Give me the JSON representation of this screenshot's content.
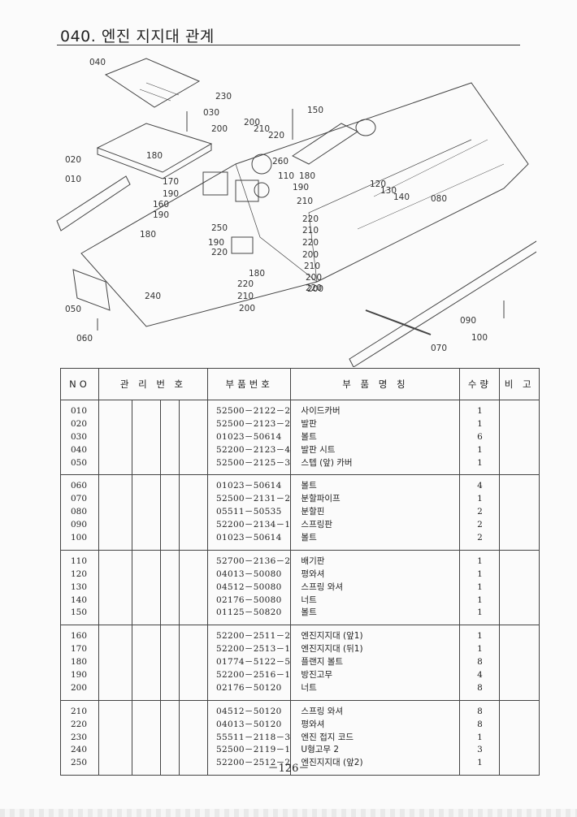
{
  "header": {
    "title": "040. 엔진 지지대 관계"
  },
  "diagram": {
    "callouts": [
      "040",
      "030",
      "230",
      "150",
      "200",
      "210",
      "220",
      "260",
      "180",
      "020",
      "110",
      "180",
      "190",
      "010",
      "170",
      "190",
      "160",
      "200",
      "120",
      "130",
      "140",
      "080",
      "190",
      "210",
      "180",
      "250",
      "220",
      "220",
      "190",
      "210",
      "220",
      "200",
      "210",
      "200",
      "220",
      "180",
      "200",
      "220",
      "240",
      "210",
      "050",
      "200",
      "090",
      "060",
      "070",
      "100"
    ]
  },
  "table": {
    "headers": {
      "no": "NO",
      "mgmt": "관 리 번 호",
      "part_no": "부품번호",
      "name": "부 품 명 칭",
      "qty": "수량",
      "remarks": "비 고"
    },
    "groups": [
      {
        "rows": [
          {
            "no": "010",
            "code": "52500－2122－2",
            "name": "사이드카버",
            "qty": "1"
          },
          {
            "no": "020",
            "code": "52500－2123－2",
            "name": "발판",
            "qty": "1"
          },
          {
            "no": "030",
            "code": "01023－50614",
            "name": "볼트",
            "qty": "6"
          },
          {
            "no": "040",
            "code": "52200－2123－4",
            "name": "발판 시트",
            "qty": "1"
          },
          {
            "no": "050",
            "code": "52500－2125－3",
            "name": "스텝 (앞) 카버",
            "qty": "1"
          }
        ]
      },
      {
        "rows": [
          {
            "no": "060",
            "code": "01023－50614",
            "name": "볼트",
            "qty": "4"
          },
          {
            "no": "070",
            "code": "52500－2131－2",
            "name": "분할파이프",
            "qty": "1"
          },
          {
            "no": "080",
            "code": "05511－50535",
            "name": "분할핀",
            "qty": "2"
          },
          {
            "no": "090",
            "code": "52200－2134－1",
            "name": "스프링판",
            "qty": "2"
          },
          {
            "no": "100",
            "code": "01023－50614",
            "name": "볼트",
            "qty": "2"
          }
        ]
      },
      {
        "rows": [
          {
            "no": "110",
            "code": "52700－2136－2",
            "name": "배기판",
            "qty": "1"
          },
          {
            "no": "120",
            "code": "04013－50080",
            "name": "평와셔",
            "qty": "1"
          },
          {
            "no": "130",
            "code": "04512－50080",
            "name": "스프링 와셔",
            "qty": "1"
          },
          {
            "no": "140",
            "code": "02176－50080",
            "name": "너트",
            "qty": "1"
          },
          {
            "no": "150",
            "code": "01125－50820",
            "name": "볼트",
            "qty": "1"
          }
        ]
      },
      {
        "rows": [
          {
            "no": "160",
            "code": "52200－2511－2",
            "name": "엔진지지대 (앞1)",
            "qty": "1"
          },
          {
            "no": "170",
            "code": "52200－2513－1",
            "name": "엔진지지대 (뒤1)",
            "qty": "1"
          },
          {
            "no": "180",
            "code": "01774－5122－5",
            "name": "플랜지 볼트",
            "qty": "8"
          },
          {
            "no": "190",
            "code": "52200－2516－1",
            "name": "방진고무",
            "qty": "4"
          },
          {
            "no": "200",
            "code": "02176－50120",
            "name": "너트",
            "qty": "8"
          }
        ]
      },
      {
        "rows": [
          {
            "no": "210",
            "code": "04512－50120",
            "name": "스프링 와셔",
            "qty": "8"
          },
          {
            "no": "220",
            "code": "04013－50120",
            "name": "평와셔",
            "qty": "8"
          },
          {
            "no": "230",
            "code": "55511－2118－3",
            "name": "엔진 접지 코드",
            "qty": "1"
          },
          {
            "no": "240",
            "code": "52500－2119－1",
            "name": "U형고무 2",
            "qty": "3"
          },
          {
            "no": "250",
            "code": "52200－2512－2",
            "name": "엔진지지대 (앞2)",
            "qty": "1"
          }
        ]
      }
    ]
  },
  "footer": {
    "page": "－126－"
  }
}
